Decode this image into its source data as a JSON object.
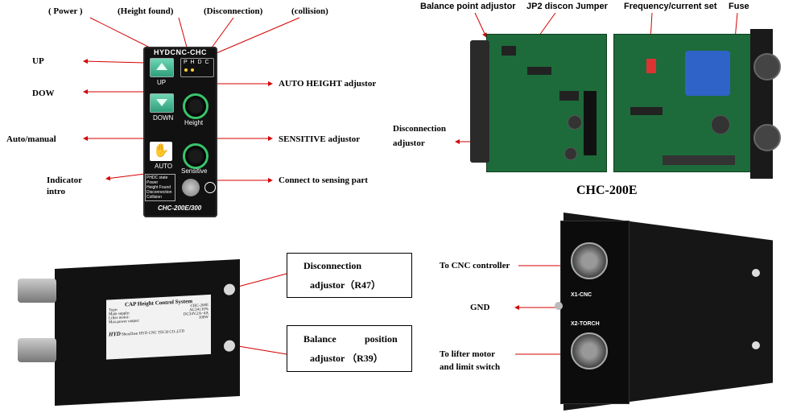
{
  "panel": {
    "title": "HYDCNC-CHC",
    "leds": "P H D C",
    "up": "UP",
    "down": "DOWN",
    "height": "Height",
    "sensitive": "Sensitive",
    "auto": "AUTO",
    "model": "CHC-200E/300",
    "status_title": "PHDC state",
    "status_items": [
      "Power",
      "Height Found",
      "Disconnection",
      "Collision"
    ]
  },
  "top_labels": {
    "power": "( Power )",
    "height_found": "(Height found)",
    "disconnection": "(Disconnection)",
    "collision": "(collision)"
  },
  "left_labels": {
    "up": "UP",
    "down": "DOW",
    "auto_manual": "Auto/manual",
    "indicator_1": "Indicator",
    "indicator_2": "intro"
  },
  "right_labels": {
    "auto_height": "AUTO HEIGHT adjustor",
    "sensitive": "SENSITIVE adjustor",
    "connect": "Connect to sensing part"
  },
  "pcb_labels": {
    "balance": "Balance point adjustor",
    "jp2": "JP2 discon Jumper",
    "frequency": "Frequency/current set",
    "fuse": "Fuse",
    "disc_1": "Disconnection",
    "disc_2": "adjustor",
    "product": "CHC-200E"
  },
  "box_left": {
    "label_title": "CAP Height Control System",
    "label_rows": [
      [
        "Type:",
        "CHC-200E"
      ],
      [
        "Main supply:",
        "AC24±10%"
      ],
      [
        "Lifter motor:",
        "DC24V,2A~4A"
      ],
      [
        "Max.power output:",
        "100W"
      ]
    ],
    "label_brand": "HYD",
    "label_company": "ShenZhen HYD CNC TECH CO.,LTD",
    "callout1_a": "Disconnection",
    "callout1_b": "adjustor（R47）",
    "callout2_a": "Balance",
    "callout2_b": "position",
    "callout2_c": "adjustor （R39）"
  },
  "box_right": {
    "x1": "X1-CNC",
    "x2": "X2-TORCH",
    "to_cnc": "To CNC controller",
    "gnd": "GND",
    "to_lifter_1": "To  lifter  motor",
    "to_lifter_2": "and limit switch"
  },
  "colors": {
    "arrow": "#d40000",
    "board": "#1d6b3a",
    "button": "#3fbf8f",
    "knob_ring": "#39c46a"
  }
}
